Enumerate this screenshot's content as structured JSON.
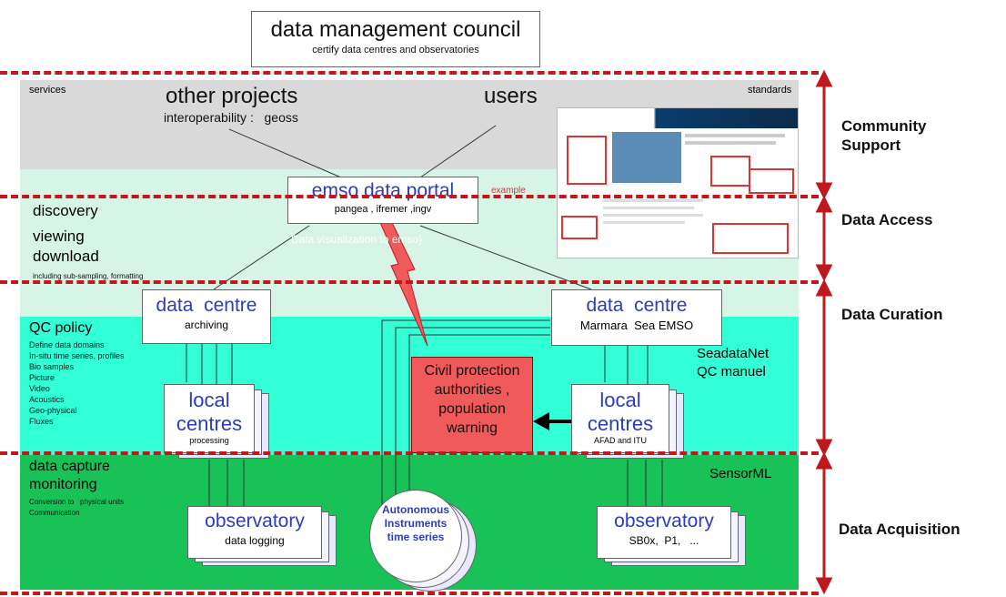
{
  "top": {
    "title": "data management council",
    "subtitle": "certify data  centres and observatories"
  },
  "corners": {
    "services": "services",
    "standards": "standards"
  },
  "community": {
    "other_projects": "other projects",
    "interop": "interoperability :   geoss",
    "users": "users"
  },
  "portal": {
    "title": "emso data portal",
    "subtitle": "pangea , ifremer ,ingv",
    "example": "example",
    "ghost": "Data visualization to emso)"
  },
  "access_left": {
    "discovery": "discovery",
    "viewing": "viewing",
    "download": "download",
    "note": "including sub-sampling, formatting"
  },
  "qc": {
    "title": "QC policy",
    "items": [
      "Define data domains",
      "In-situ time series, profiles",
      "Bio samples",
      "Picture",
      "Video",
      "Acoustics",
      "Geo-physical",
      "Fluxes"
    ]
  },
  "data_centre_left": {
    "title": "data  centre",
    "subtitle": "archiving"
  },
  "data_centre_right": {
    "title": "data  centre",
    "subtitle": "Marmara  Sea EMSO"
  },
  "seadatanet": {
    "line1": "SeadataNet",
    "line2": "QC manuel"
  },
  "local_left": {
    "line1": "local",
    "line2": "centres",
    "sub": "processing"
  },
  "local_right": {
    "line1": "local",
    "line2": "centres",
    "sub": "AFAD and ITU"
  },
  "civil": {
    "line1": "Civil protection",
    "line2": "authorities ,",
    "line3": "population",
    "line4": "warning"
  },
  "sensorml": "SensorML",
  "capture": {
    "line1": "data capture",
    "line2": "monitoring",
    "note1": "Conversion to   physical units",
    "note2": "Communication"
  },
  "obs_left": {
    "title": "observatory",
    "sub": "data logging"
  },
  "obs_right": {
    "title": "observatory",
    "sub": "SB0x,  P1,   ..."
  },
  "auto": {
    "line1": "Autonomous",
    "line2": "Instruments",
    "line3": "time series"
  },
  "layers": {
    "community": "Community Support",
    "access": "Data Access",
    "curation": "Data Curation",
    "acquisition": "Data Acquisition"
  },
  "colors": {
    "gray": "#d9d9d9",
    "light_mint": "#d6f5e6",
    "aqua": "#33ffd6",
    "green": "#19c257",
    "red_dash": "#c0191d",
    "civil_red": "#f05a5a"
  }
}
